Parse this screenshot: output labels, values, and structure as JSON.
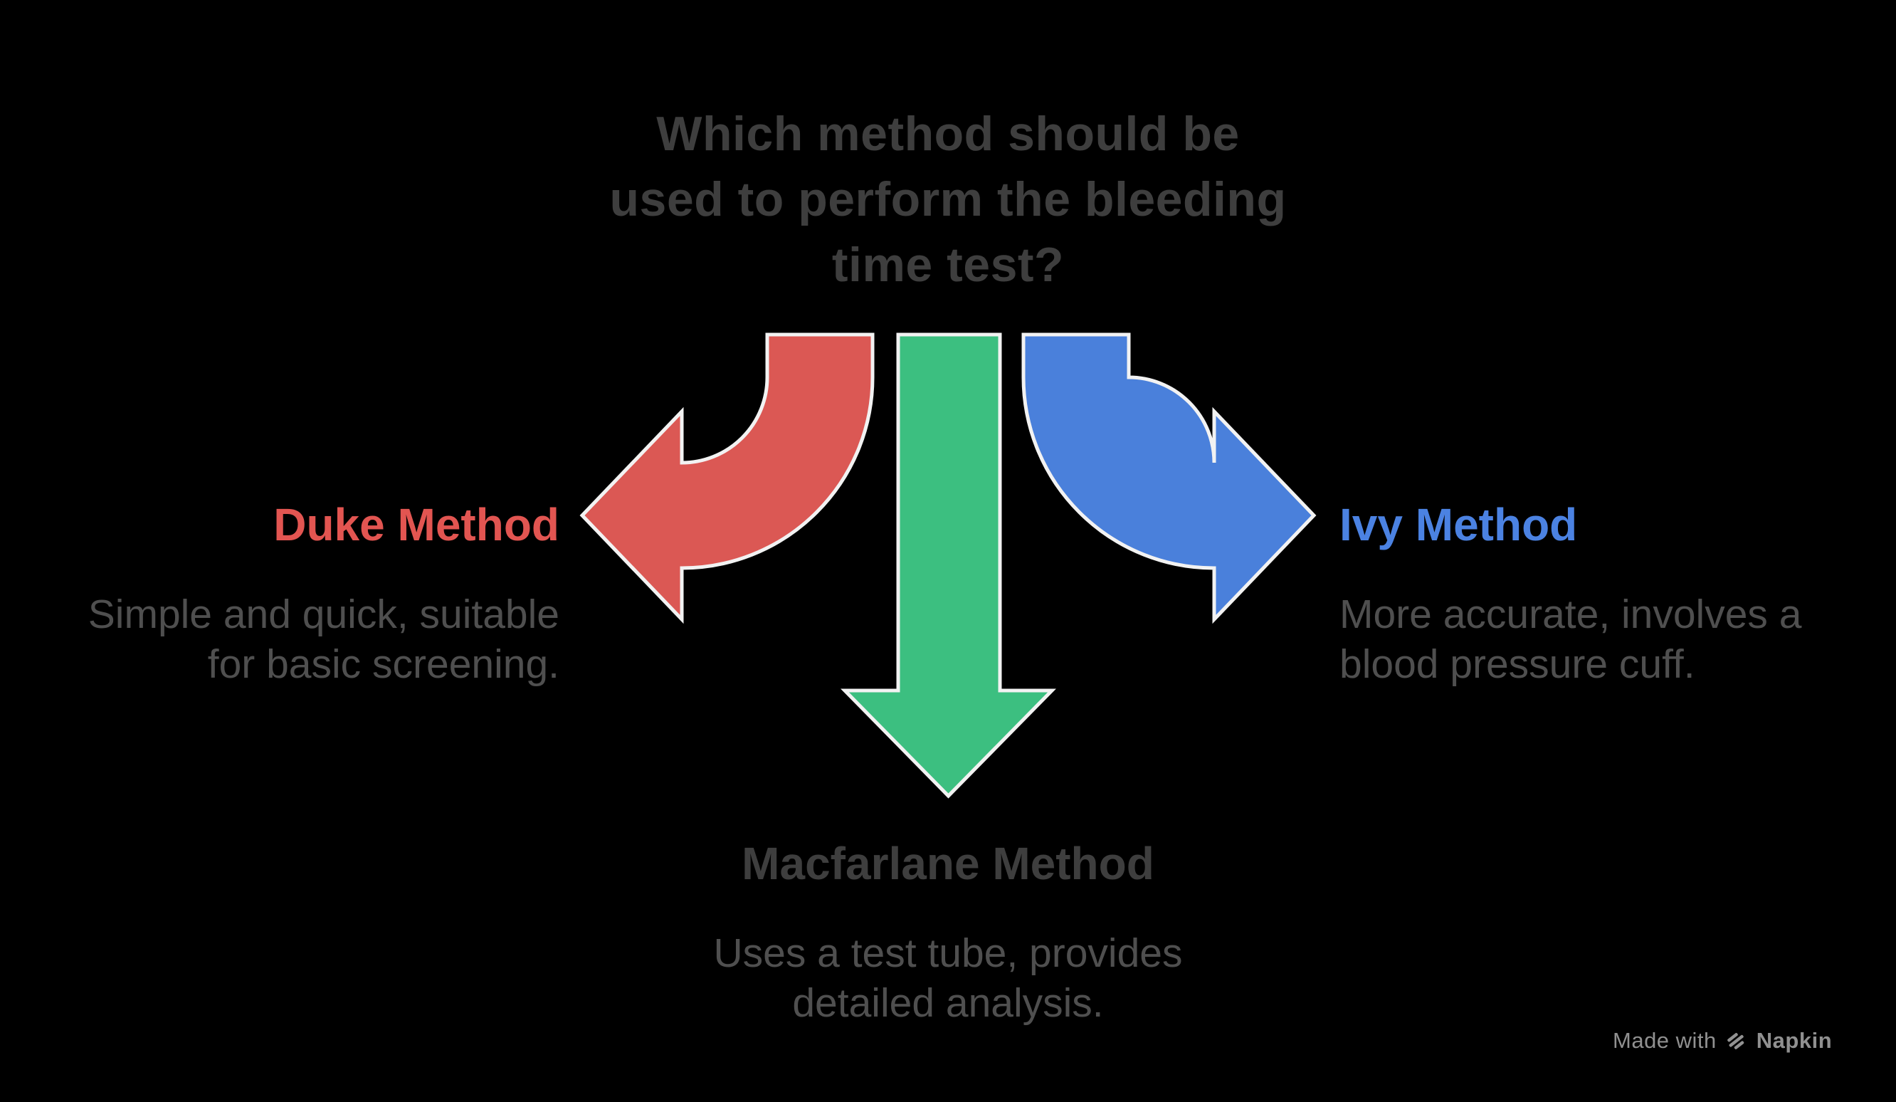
{
  "title": {
    "lines": [
      "Which method should be",
      "used to perform the bleeding",
      "time test?"
    ]
  },
  "branches": {
    "duke": {
      "label": "Duke Method",
      "desc_lines": [
        "Simple and quick, suitable",
        "for basic screening."
      ],
      "accent": "#E25551",
      "arrow_color": "#DB5854",
      "direction": "left"
    },
    "macfarlane": {
      "label": "Macfarlane Method",
      "desc_lines": [
        "Uses a test tube, provides",
        "detailed analysis."
      ],
      "accent": "#3E3E3E",
      "arrow_color": "#3CBF80",
      "direction": "down"
    },
    "ivy": {
      "label": "Ivy Method",
      "desc_lines": [
        "More accurate, involves a",
        "blood pressure cuff."
      ],
      "accent": "#4B82E2",
      "arrow_color": "#4A80DB",
      "direction": "right"
    }
  },
  "watermark": {
    "made_with": "Made with",
    "brand": "Napkin"
  },
  "colors": {
    "background": "#000000",
    "title_text": "#3E3E3E",
    "body_text": "#4F4F4F",
    "arrow_outline": "#F2F2F2",
    "watermark_text": "#909090"
  }
}
